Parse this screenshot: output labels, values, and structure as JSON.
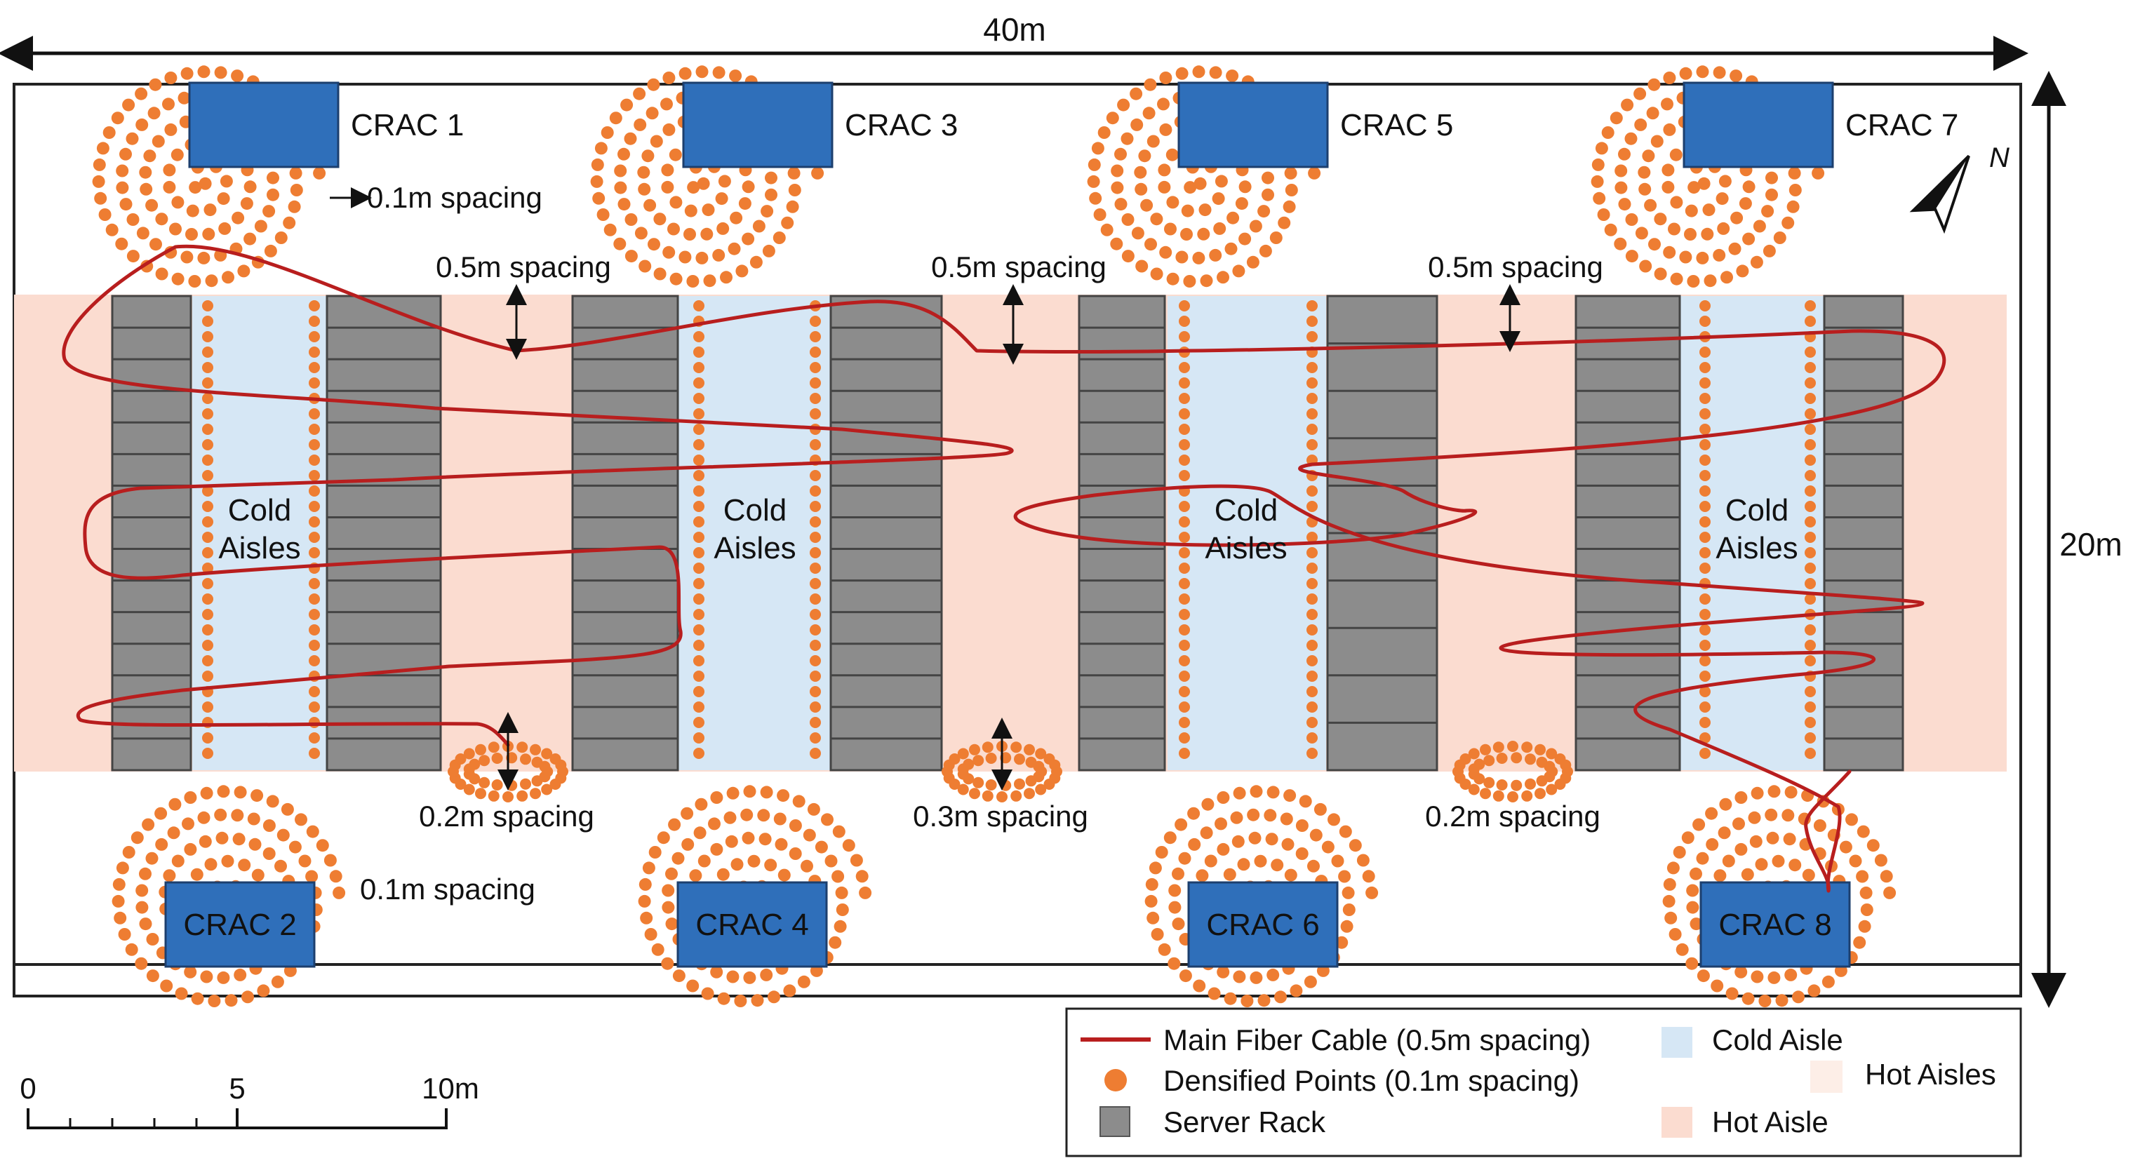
{
  "dimensions": {
    "width_label": "40m",
    "height_label": "20m"
  },
  "crac_units": [
    {
      "id": "crac-1",
      "label": "CRAC 1"
    },
    {
      "id": "crac-2",
      "label": "CRAC 2"
    },
    {
      "id": "crac-3",
      "label": "CRAC 3"
    },
    {
      "id": "crac-4",
      "label": "CRAC 4"
    },
    {
      "id": "crac-5",
      "label": "CRAC 5"
    },
    {
      "id": "crac-6",
      "label": "CRAC 6"
    },
    {
      "id": "crac-7",
      "label": "CRAC 7"
    },
    {
      "id": "crac-8",
      "label": "CRAC 8"
    }
  ],
  "spacing_labels": {
    "crac1_spacing": "0.1m spacing",
    "crac2_spacing": "0.1m spacing",
    "top_1": "0.5m spacing",
    "top_2": "0.5m spacing",
    "top_3": "0.5m spacing",
    "bottom_1": "0.2m spacing",
    "bottom_2": "0.3m spacing",
    "bottom_3": "0.2m spacing"
  },
  "cold_aisle": {
    "line1": "Cold",
    "line2": "Aisles"
  },
  "compass": {
    "north": "N"
  },
  "scale_bar": {
    "ticks": [
      "0",
      "5",
      "10m"
    ]
  },
  "legend": {
    "main_fiber": "Main Fiber Cable (0.5m spacing)",
    "densified": "Densified Points (0.1m spacing)",
    "server_rack": "Server Rack",
    "cold_aisle": "Cold Aisle",
    "hot_aisles": "Hot Aisles",
    "hot_aisle": "Hot Aisle"
  },
  "colors": {
    "crac_blue": "#2f6fba",
    "rack_gray": "#8c8c8c",
    "rack_line": "#444444",
    "cold_aisle": "#d6e7f5",
    "hot_aisle": "#fbdcd0",
    "hot_aisle_light": "#fdeee7",
    "fiber_red": "#b81e1e",
    "dot_orange": "#ee7d32"
  }
}
